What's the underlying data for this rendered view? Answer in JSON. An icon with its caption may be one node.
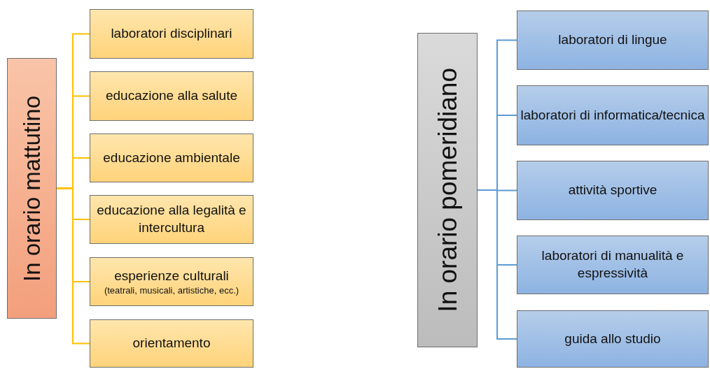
{
  "diagram": {
    "nodes": [
      {
        "text": [
          "In orario mattutino"
        ]
      },
      {
        "text": [
          "laboratori disciplinari"
        ]
      },
      {
        "text": [
          "educazione alla salute"
        ]
      },
      {
        "text": [
          "educazione ambientale"
        ]
      },
      {
        "text": [
          "educazione alla legalità e intercultura"
        ]
      },
      {
        "text": [
          "esperienze culturali",
          "(teatrali, musicali, artistiche, ecc.)"
        ]
      },
      {
        "text": [
          "orientamento"
        ]
      },
      {
        "text": [
          "In orario pomeridiano"
        ]
      },
      {
        "text": [
          "laboratori di lingue"
        ]
      },
      {
        "text": [
          "laboratori di informatica/tecnica"
        ]
      },
      {
        "text": [
          "attività sportive"
        ]
      },
      {
        "text": [
          "laboratori di manualità e espressività"
        ]
      },
      {
        "text": [
          "guida allo studio"
        ]
      }
    ],
    "edges": [
      {
        "from": 0,
        "to": 1,
        "arrow": "none"
      },
      {
        "from": 0,
        "to": 2,
        "arrow": "none"
      },
      {
        "from": 0,
        "to": 3,
        "arrow": "none"
      },
      {
        "from": 0,
        "to": 4,
        "arrow": "none"
      },
      {
        "from": 0,
        "to": 5,
        "arrow": "none"
      },
      {
        "from": 0,
        "to": 6,
        "arrow": "none"
      },
      {
        "from": 7,
        "to": 8,
        "arrow": "none",
        "color": "#5b9bd5"
      },
      {
        "from": 7,
        "to": 9,
        "arrow": "none",
        "color": "#5b9bd5"
      },
      {
        "from": 7,
        "to": 10,
        "arrow": "none",
        "color": "#5b9bd5"
      },
      {
        "from": 7,
        "to": 11,
        "arrow": "none",
        "color": "#5b9bd5"
      },
      {
        "from": 7,
        "to": 12,
        "arrow": "none",
        "color": "#5b9bd5"
      }
    ]
  }
}
